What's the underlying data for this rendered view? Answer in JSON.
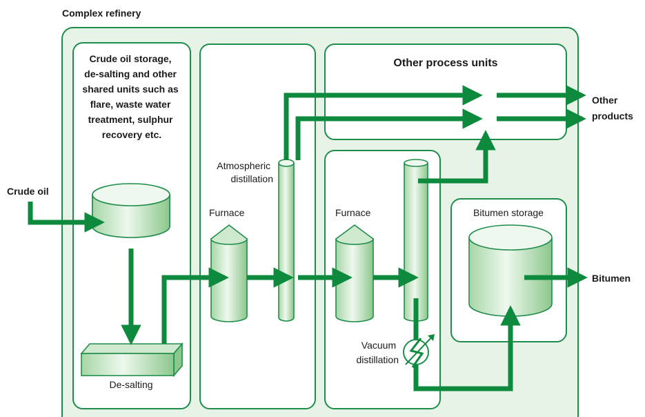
{
  "title": "Complex refinery",
  "labels": {
    "crude_oil": "Crude oil",
    "storage_units": [
      "Crude oil storage,",
      "de-salting and other",
      "shared units such as",
      "flare, waste water",
      "treatment, sulphur",
      "recovery etc."
    ],
    "de_salting": "De-salting",
    "furnace_1": "Furnace",
    "atmospheric_distillation": [
      "Atmospheric",
      "distillation"
    ],
    "other_process_units": "Other process units",
    "furnace_2": "Furnace",
    "vacuum_distillation": [
      "Vacuum",
      "distillation"
    ],
    "bitumen_storage": "Bitumen storage",
    "other_products": [
      "Other",
      "products"
    ],
    "bitumen": "Bitumen"
  },
  "colors": {
    "flow": "#0e8a3e",
    "border": "#1e8c4a",
    "panel_fill": "#e6f3e6",
    "equipment_light": "#eaf6ea",
    "equipment_dark": "#9ccf9c"
  }
}
